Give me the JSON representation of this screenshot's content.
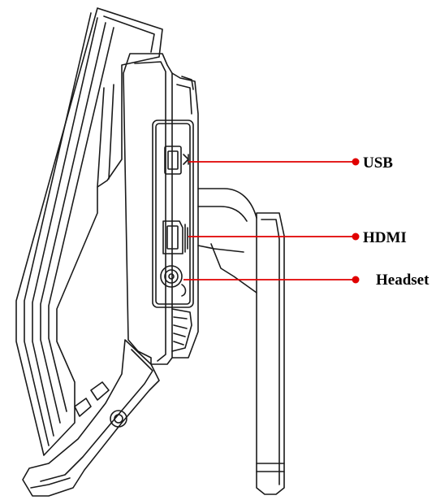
{
  "diagram": {
    "callouts": [
      {
        "id": "usb",
        "label": "USB"
      },
      {
        "id": "hdmi",
        "label": "HDMI"
      },
      {
        "id": "headset",
        "label": "Headset"
      }
    ],
    "colors": {
      "outline": "#1a1a1a",
      "callout": "#e00000",
      "background": "#ffffff"
    }
  }
}
